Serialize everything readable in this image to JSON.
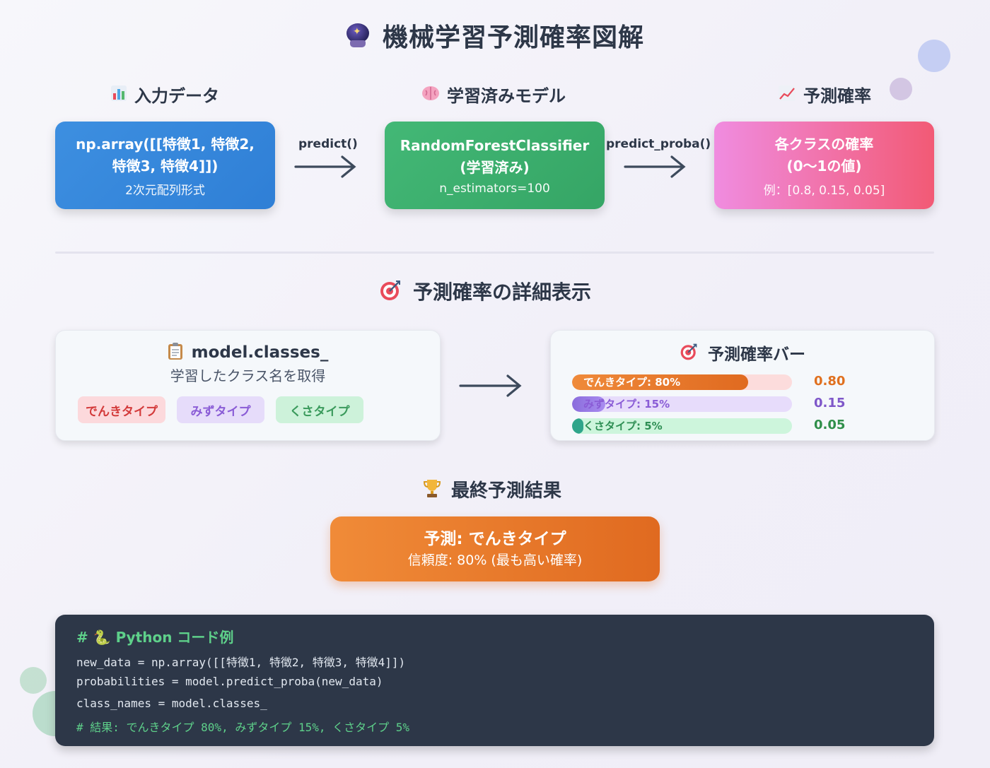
{
  "title": "機械学習予測確率図解",
  "flow": {
    "input": {
      "heading": "入力データ",
      "line1": "np.array([[特徴1, 特徴2,",
      "line2": "特徴3, 特徴4]])",
      "sub": "2次元配列形式"
    },
    "arrow1": "predict()",
    "model": {
      "heading": "学習済みモデル",
      "line1": "RandomForestClassifier",
      "line2": "(学習済み)",
      "sub": "n_estimators=100"
    },
    "arrow2": "predict_proba()",
    "output": {
      "heading": "予測確率",
      "line1": "各クラスの確率",
      "line2": "(0〜1の値)",
      "sub": "例：[0.8, 0.15, 0.05]"
    }
  },
  "detail": {
    "heading": "予測確率の詳細表示",
    "classes_card": {
      "title": "model.classes_",
      "subtitle": "学習したクラス名を取得",
      "tags": [
        "でんきタイプ",
        "みずタイプ",
        "くさタイプ"
      ]
    },
    "bars_card": {
      "title": "予測確率バー",
      "bars": [
        {
          "label": "でんきタイプ: 80%",
          "value": 0.8,
          "value_text": "0.80"
        },
        {
          "label": "みずタイプ: 15%",
          "value": 0.15,
          "value_text": "0.15"
        },
        {
          "label": "くさタイプ: 5%",
          "value": 0.05,
          "value_text": "0.05"
        }
      ]
    }
  },
  "final": {
    "heading": "最終予測結果",
    "prediction": "予測: でんきタイプ",
    "confidence": "信頼度: 80% (最も高い確率)"
  },
  "code": {
    "header": "# 🐍 Python コード例",
    "lines": [
      "new_data = np.array([[特徴1, 特徴2, 特徴3, 特徴4]])",
      "probabilities = model.predict_proba(new_data)",
      "class_names = model.classes_",
      "# 結果: でんきタイプ 80%, みずタイプ 15%, くさタイプ 5%"
    ]
  },
  "colors": {
    "input_box": "#3d8fe0",
    "model_box": "#43b876",
    "output_box_start": "#f08ce0",
    "output_box_end": "#f25a75",
    "final_box": "#e67a2a",
    "code_bg": "#2d3748",
    "code_comment": "#5ed08a"
  }
}
